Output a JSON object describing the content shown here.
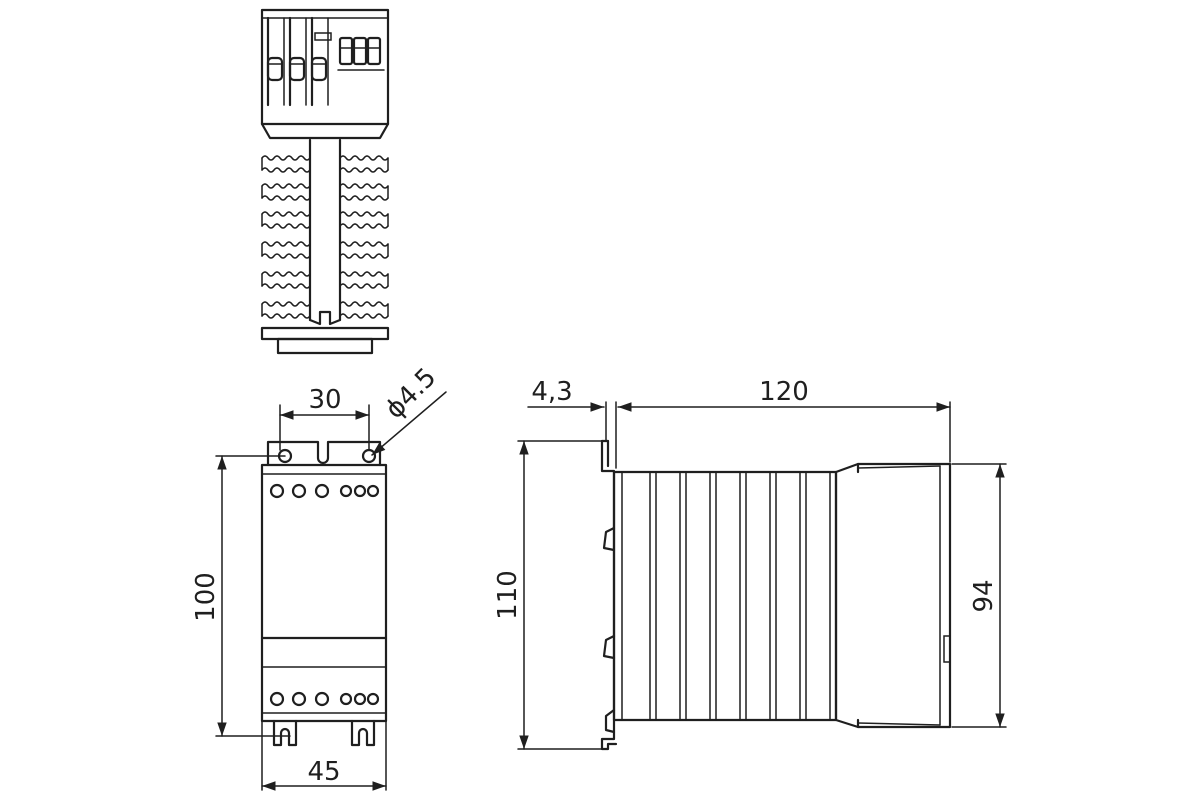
{
  "dimensions": {
    "hole_spacing": "30",
    "hole_diameter": "ϕ4.5",
    "height_front": "100",
    "width_front": "45",
    "flange_offset": "4,3",
    "depth": "120",
    "height_side": "110",
    "body_height": "94"
  },
  "colors": {
    "line": "#1f1f1f",
    "background": "#ffffff"
  }
}
